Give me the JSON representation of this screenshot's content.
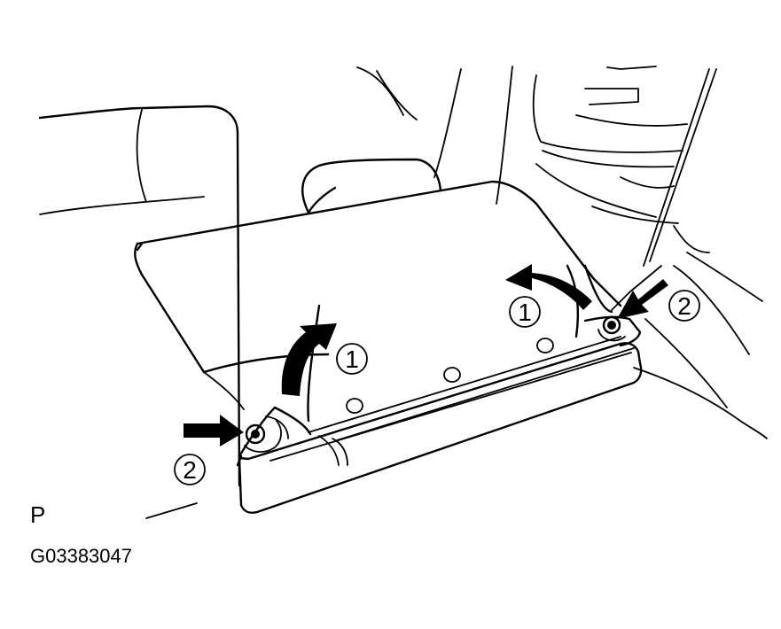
{
  "corner_label": "P",
  "figure_code": "G03383047",
  "callouts": {
    "step1": "1",
    "step2": "2"
  },
  "icons": {
    "curved_arrow": "curved-arrow-icon",
    "pointer_arrow": "pointer-arrow-icon",
    "bolt": "bolt-icon"
  },
  "colors": {
    "ink": "#000000",
    "background": "#ffffff"
  }
}
